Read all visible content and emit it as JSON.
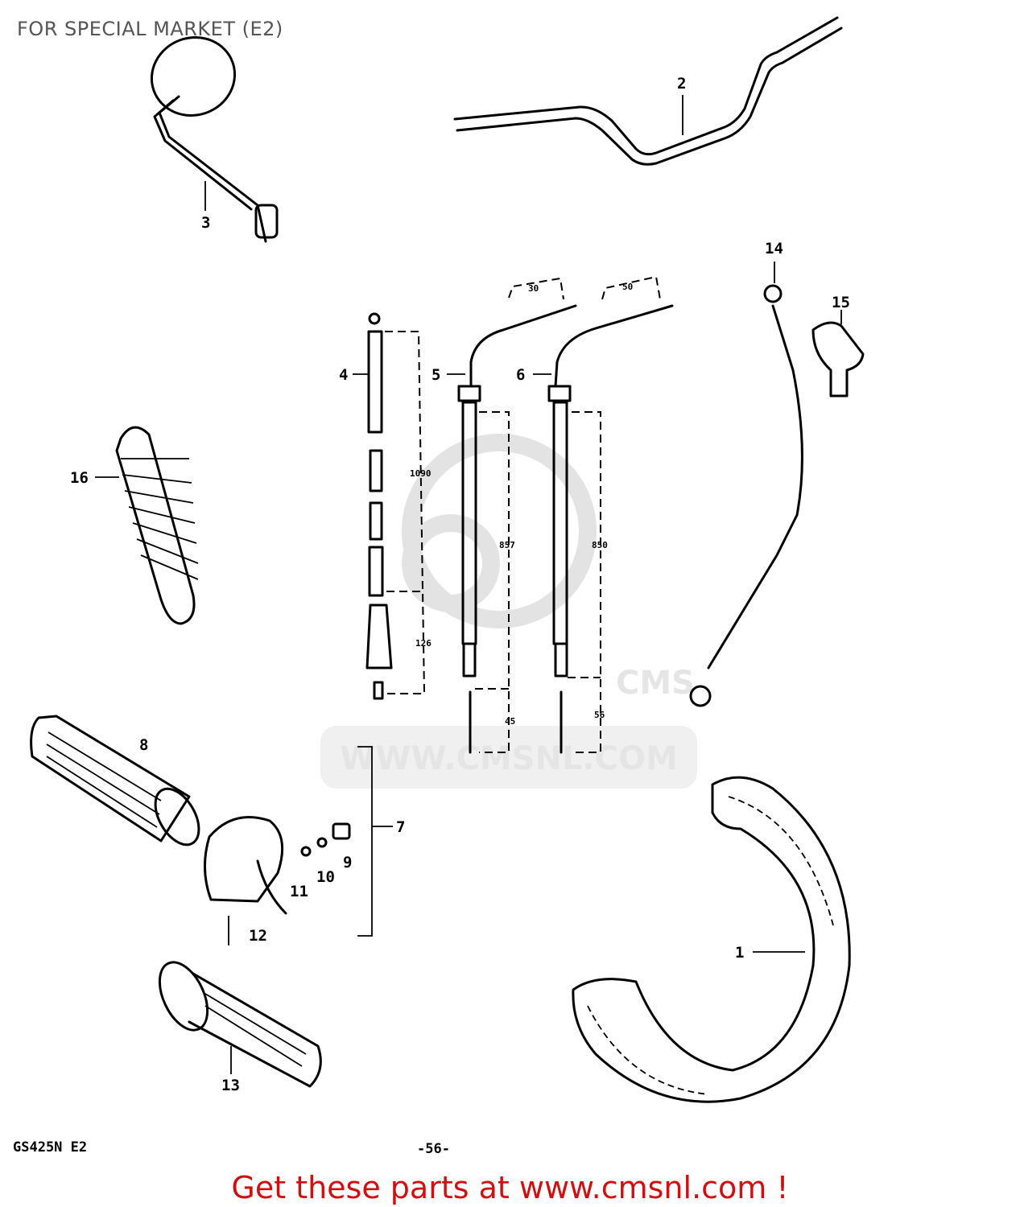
{
  "header": {
    "title": "FOR SPECIAL MARKET (E2)"
  },
  "diagram": {
    "callouts": [
      "1",
      "2",
      "3",
      "4",
      "5",
      "6",
      "7",
      "8",
      "9",
      "10",
      "11",
      "12",
      "13",
      "14",
      "15",
      "16"
    ],
    "dimensions": {
      "cable4_total": "1090",
      "cable4_end": "126",
      "cable5_total": "857",
      "cable5_end": "45",
      "cable5_tip": "30",
      "cable6_total": "850",
      "cable6_end": "56",
      "cable6_tip": "50"
    },
    "watermark": "WWW.CMSNL.COM",
    "watermark_logo": "CMS"
  },
  "footer": {
    "model": "GS425N E2",
    "page": "-56-",
    "link": "Get these parts at www.cmsnl.com !"
  }
}
